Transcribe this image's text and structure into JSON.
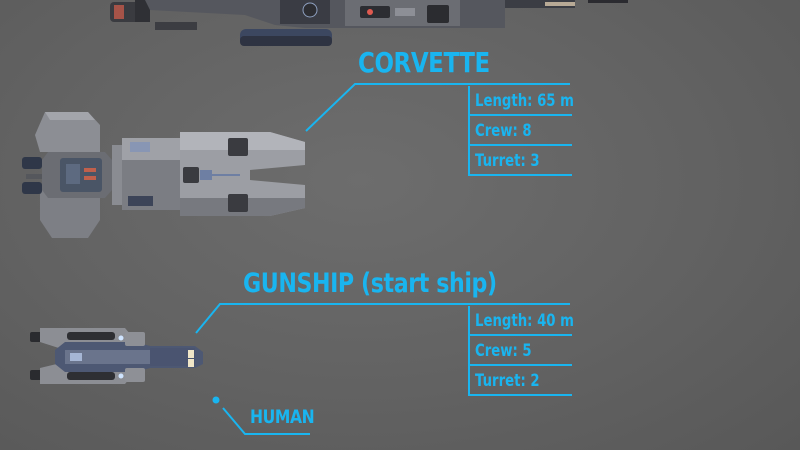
{
  "colors": {
    "accent": "#19b5f0",
    "background": "#636363",
    "hull_light": "#9a9ca2",
    "hull_dark": "#4a4c55",
    "hull_blue": "#4b5673"
  },
  "ships": [
    {
      "id": "top-ship",
      "name": "",
      "partially_visible": true
    },
    {
      "id": "corvette",
      "name": "CORVETTE",
      "stats": [
        {
          "label": "Length: 65 m"
        },
        {
          "label": "Crew: 8"
        },
        {
          "label": "Turret: 3"
        }
      ]
    },
    {
      "id": "gunship",
      "name": "GUNSHIP (start ship)",
      "stats": [
        {
          "label": "Length: 40 m"
        },
        {
          "label": "Crew: 5"
        },
        {
          "label": "Turret: 2"
        }
      ]
    }
  ],
  "faction": {
    "label": "HUMAN"
  }
}
